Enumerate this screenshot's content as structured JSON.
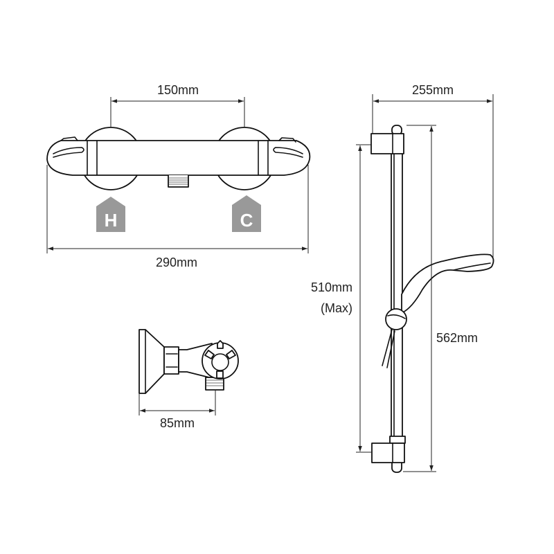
{
  "dimensions": {
    "valve_centres": "150mm",
    "valve_width": "290mm",
    "valve_depth": "85mm",
    "rail_width": "255mm",
    "slide_travel": "510mm",
    "slide_travel_note": "(Max)",
    "rail_height": "562mm"
  },
  "badges": {
    "hot": "H",
    "cold": "C",
    "color": "#999999"
  }
}
